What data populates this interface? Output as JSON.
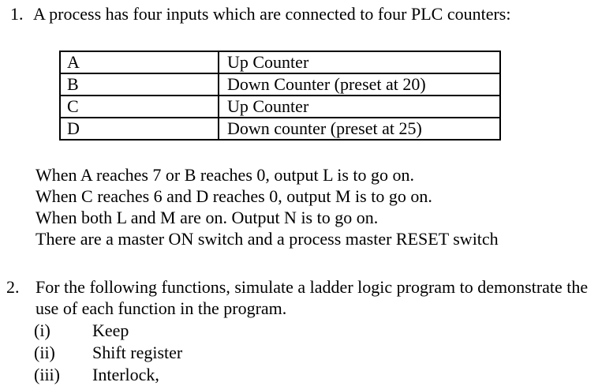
{
  "page": {
    "background": "#ffffff",
    "text_color": "#000000"
  },
  "question1": {
    "number": "1.",
    "intro": "A process has four inputs which are connected to four PLC counters:",
    "table": {
      "rows": [
        {
          "input": "A",
          "counter": "Up Counter"
        },
        {
          "input": "B",
          "counter": "Down Counter (preset at 20)"
        },
        {
          "input": "C",
          "counter": "Up Counter"
        },
        {
          "input": "D",
          "counter": "Down counter (preset at 25)"
        }
      ]
    },
    "conditions": [
      "When A reaches 7 or B reaches 0, output L is to go on.",
      "When C reaches 6 and D reaches 0, output M is to go on.",
      "When both L and M are on. Output N is to go on.",
      "There are a master ON switch and a process master RESET switch"
    ]
  },
  "question2": {
    "number": "2.",
    "prompt": "For the following functions, simulate a ladder logic program to demonstrate the use of each function in the program.",
    "items": [
      {
        "label": "(i)",
        "text": "Keep"
      },
      {
        "label": "(ii)",
        "text": "Shift register"
      },
      {
        "label": "(iii)",
        "text": "Interlock,"
      }
    ]
  }
}
